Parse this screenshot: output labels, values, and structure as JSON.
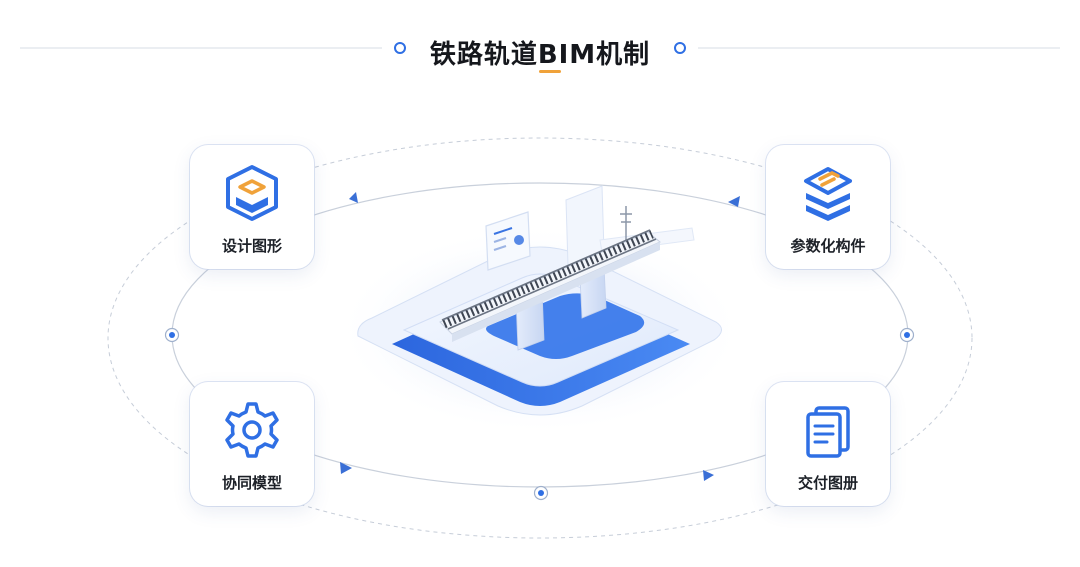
{
  "title": "铁路轨道BIM机制",
  "cards": {
    "design": "设计图形",
    "parametric": "参数化构件",
    "collaboration": "协同模型",
    "delivery": "交付图册"
  },
  "colors": {
    "accent_blue": "#2f6fe4",
    "accent_orange": "#f0a23a",
    "line_gray": "#9aa6b8"
  },
  "icons": {
    "design": "layered-cube-icon",
    "parametric": "stacked-layers-icon",
    "collaboration": "gear-icon",
    "delivery": "document-stack-icon"
  }
}
